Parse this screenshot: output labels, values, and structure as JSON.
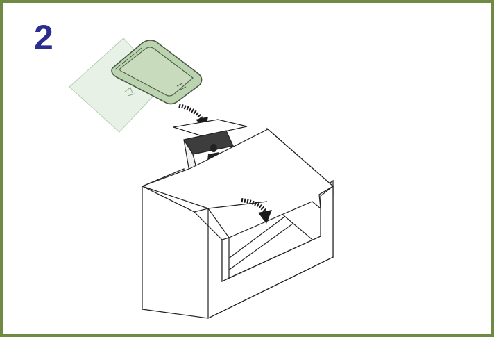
{
  "step": {
    "number": "2"
  },
  "colors": {
    "frame_border": "#6e8a43",
    "step_number": "#2b2d8f",
    "tablet_fill": "#bcd3b0",
    "tablet_edge": "#4a5a48",
    "sheet_fill": "#e7f1e6",
    "ink": "#222222"
  },
  "illustration": {
    "objects": [
      "graphics-tablet",
      "tablet-sleeve-sheet",
      "tablet-retail-box",
      "shipping-carton"
    ],
    "arrows": [
      "curved-arrow-down",
      "curved-arrow-down"
    ]
  }
}
